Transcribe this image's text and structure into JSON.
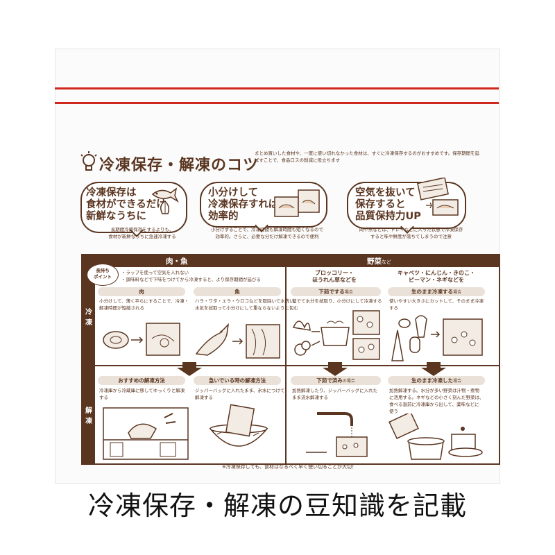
{
  "colors": {
    "brown": "#5a3520",
    "red": "#d0271c",
    "pill": "#eae1d8"
  },
  "title": "冷凍保存・解凍のコツ",
  "title_note": "まとめ買いした食材や、一度に使い切れなかった食材は、すぐに冷凍保存するのがおすすめです。保存期間を延ばすことで、食品ロスの削減に役立ちます",
  "tips": [
    {
      "head": "冷凍保存は\n食材ができるだけ\n新鮮なうちに",
      "sub": "長期間冷蔵保存をするよりも、\n食材が新鮮なうちに急速冷凍する"
    },
    {
      "head": "小分けして\n冷凍保存すれば\n効率的",
      "sub": "小分けすることで、冷凍時間も解凍時間も短くなるので\n効率的。さらに、必要な分だけ解凍できるので便利"
    },
    {
      "head": "空気を抜いて\n保存すると\n品質保持力UP",
      "sub": "肉や魚などは、トレイなどに入った状態で冷凍保存\nすると味や鮮度が落ちてしまうので注意"
    }
  ],
  "table": {
    "meat_fish_header": "肉・魚",
    "veg_header": "野菜",
    "veg_header_suffix": "など",
    "badge": "長持ち\nポイント",
    "points": "・ラップを使って空気を入れない\n・調味料などで下味をつけてから冷凍すると、より保存期間が延びる",
    "freeze_label": "冷\n凍",
    "thaw_label": "解\n凍",
    "meat": {
      "title": "肉",
      "text": "小分けして、薄く平らにすることで、冷凍・\n解凍時間が短縮される"
    },
    "fish": {
      "title": "魚",
      "text": "ハラ・ワタ・エラ・ウロコなどを取除いて水洗い。\n水気を拭取って小分けにして重ならないように包む"
    },
    "veg1_title": "ブロッコリー・\nほうれん草などを",
    "veg1_pill": "下茹でする",
    "veg1_pill_suffix": "場合",
    "veg1_text": "茹でて水分を拭取り、小分けにして冷凍する",
    "veg2_title": "キャベツ・にんじん・きのこ・\nピーマン・ネギなどを",
    "veg2_pill": "生のまま冷凍する",
    "veg2_pill_suffix": "場合",
    "veg2_text": "使いやすい大きさにカットして、そのまま冷凍\nする",
    "thaw_recommend": {
      "title": "おすすめの解凍方法",
      "text": "冷凍庫から冷蔵庫に移してゆっくりと解凍\nする"
    },
    "thaw_quick": {
      "title": "急いでいる時の解凍方法",
      "text": "ジッパーバッグに入れたまま、氷水につけて\n解凍する"
    },
    "thaw_boiled": {
      "title": "下茹で済み",
      "suffix": "の場合",
      "text": "加熱解凍したり、ジッパーバッグに入れた\nまま流水解凍する"
    },
    "thaw_raw": {
      "title": "生のまま冷凍した",
      "suffix": "場合",
      "text": "加熱解凍する。水分が多い野菜は汁物・煮物\nに活用する。ネギなどの小さく刻んだ野菜は、\n食べる直前に冷凍庫から出して、薬味などに\n使う"
    },
    "footnote": "※冷凍保存しても、食材はなるべく早く使い切ることが大切！"
  },
  "caption": "冷凍保存・解凍の豆知識を記載",
  "icons": [
    "bulb-icon",
    "fish-icon",
    "vegetable-icon",
    "meat-icon",
    "bag-icon",
    "arrow-down-icon",
    "fridge-icon",
    "faucet-icon",
    "pot-icon",
    "bowl-icon"
  ]
}
